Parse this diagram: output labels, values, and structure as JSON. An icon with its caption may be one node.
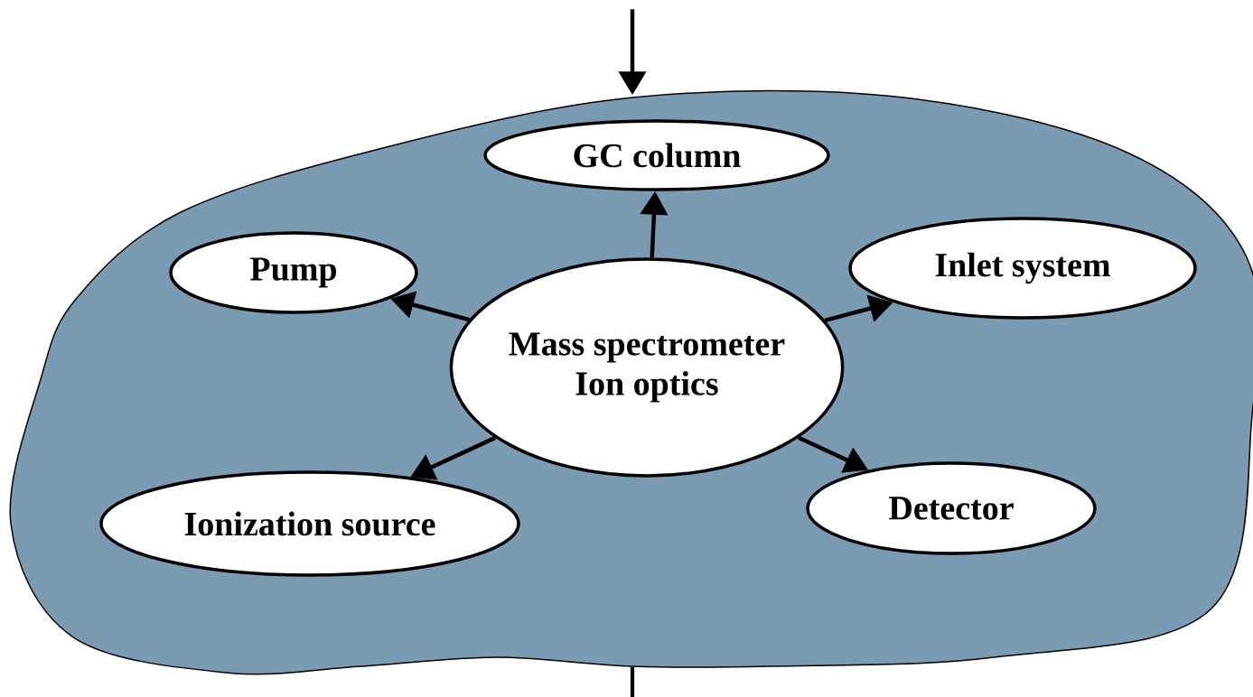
{
  "diagram": {
    "nodes": [
      {
        "text": [],
        "shape": "cloud"
      },
      {
        "text": [
          "GC column"
        ],
        "in": 0
      },
      {
        "text": [
          "Pump"
        ],
        "in": 0
      },
      {
        "text": [
          "Inlet system"
        ],
        "in": 0
      },
      {
        "text": [
          "Mass spectrometer",
          "Ion optics"
        ],
        "in": 0
      },
      {
        "text": [
          "Ionization source"
        ],
        "in": 0
      },
      {
        "text": [
          "Detector"
        ],
        "in": 0
      }
    ],
    "edges": [
      {
        "from": null,
        "to": 0,
        "arrow": "to"
      },
      {
        "from": 0,
        "to": null,
        "arrow": "none"
      },
      {
        "from": 4,
        "to": 1,
        "arrow": "to"
      },
      {
        "from": 4,
        "to": 2,
        "arrow": "to"
      },
      {
        "from": 4,
        "to": 3,
        "arrow": "to"
      },
      {
        "from": 4,
        "to": 5,
        "arrow": "to"
      },
      {
        "from": 4,
        "to": 6,
        "arrow": "to"
      }
    ]
  }
}
